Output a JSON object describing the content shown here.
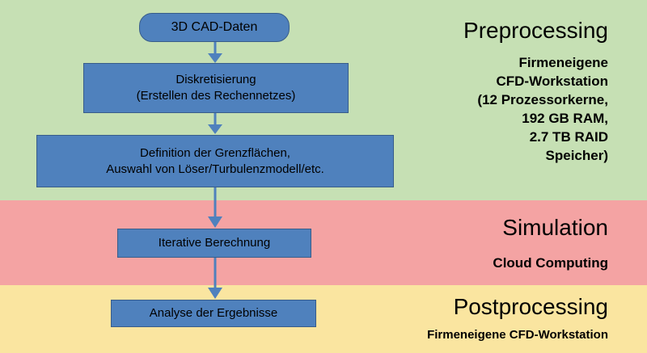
{
  "flow": {
    "start": "3D CAD-Daten",
    "discretization": [
      "Diskretisierung",
      "(Erstellen des Rechennetzes)"
    ],
    "definition": [
      "Definition der Grenzflächen,",
      "Auswahl von Löser/Turbulenzmodell/etc."
    ],
    "iteration": "Iterative Berechnung",
    "analysis": "Analyse der Ergebnisse"
  },
  "phases": {
    "preprocessing": {
      "title": "Preprocessing",
      "info": [
        "Firmeneigene",
        "CFD-Workstation",
        "(12 Prozessorkerne,",
        "192 GB RAM,",
        "2.7 TB RAID",
        "Speicher)"
      ]
    },
    "simulation": {
      "title": "Simulation",
      "info": "Cloud Computing"
    },
    "postprocessing": {
      "title": "Postprocessing",
      "info": "Firmeneigene CFD-Workstation"
    }
  },
  "colors": {
    "preprocessing_band": "#c6e0b4",
    "simulation_band": "#f4a3a3",
    "postprocessing_band": "#fae5a0",
    "box_fill": "#4f81bd",
    "box_border": "#385d8a",
    "arrow": "#4f81bd"
  }
}
